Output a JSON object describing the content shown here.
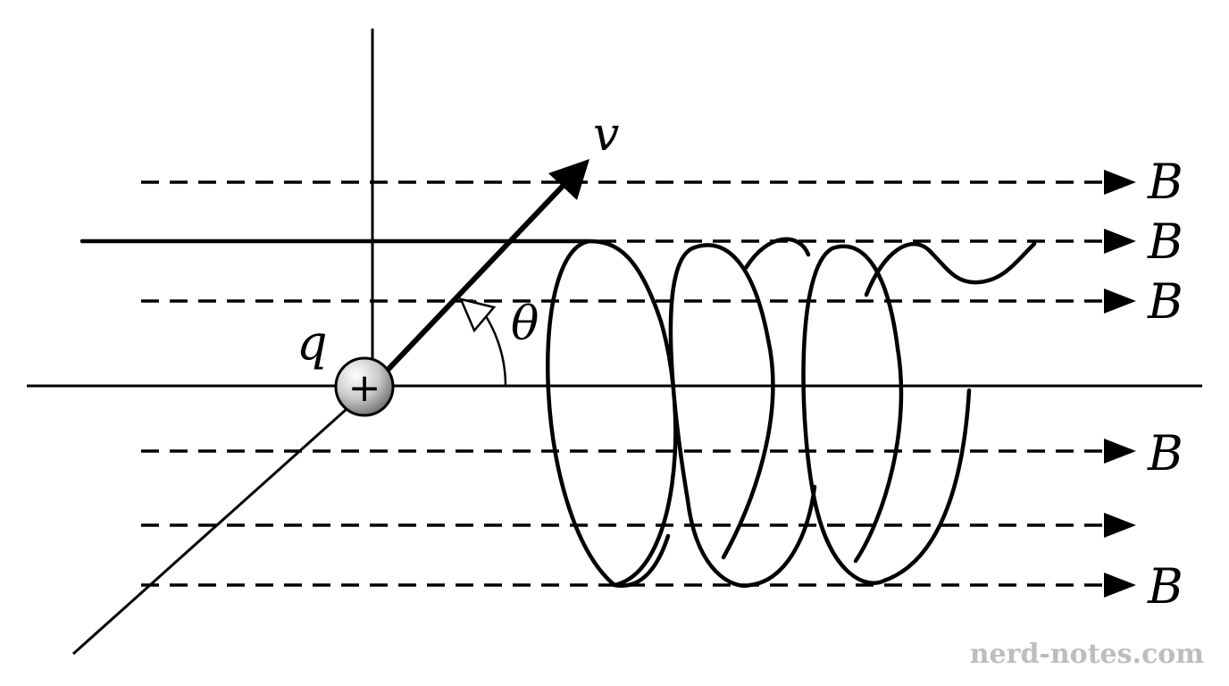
{
  "diagram": {
    "velocity_label": "v",
    "angle_label": "θ",
    "charge_label": "q",
    "charge_sign": "+",
    "field_lines": [
      {
        "label": "B"
      },
      {
        "label": "B"
      },
      {
        "label": "B"
      },
      {
        "label": "B"
      },
      {
        "label": ""
      },
      {
        "label": "B"
      }
    ],
    "watermark": "nerd-notes.com",
    "colors": {
      "ink": "#000000",
      "charge_fill": "#c8c8c8",
      "watermark": "#bdbdbd"
    }
  }
}
